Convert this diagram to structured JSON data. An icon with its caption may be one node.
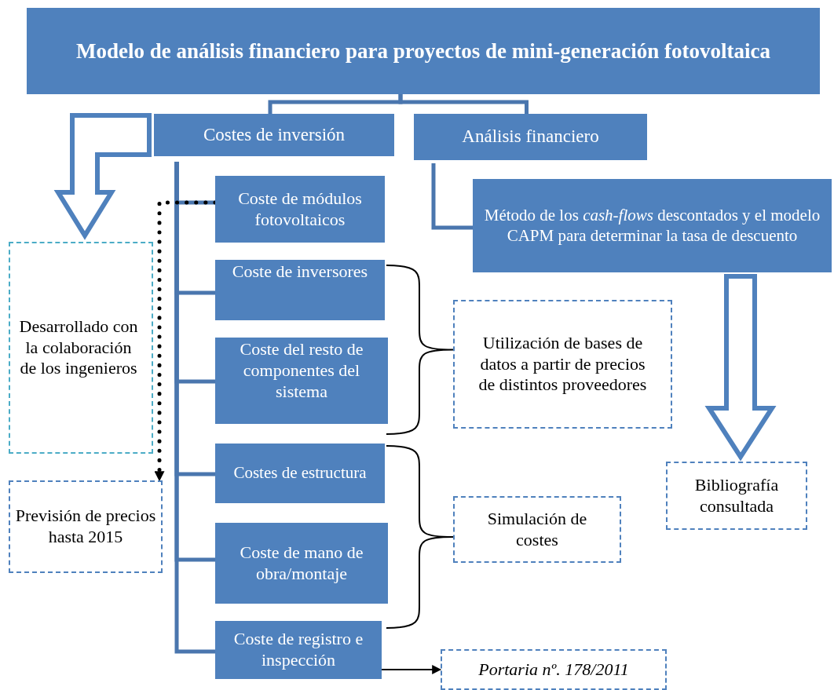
{
  "diagram": {
    "nodes": [
      {
        "text": [
          "Modelo de análisis financiero para proyectos de mini-generación fotovoltaica"
        ]
      },
      {
        "text": [
          "Costes de inversión"
        ]
      },
      {
        "text": [
          "Análisis financiero"
        ]
      },
      {
        "text": [
          "Coste de módulos fotovoltaicos"
        ]
      },
      {
        "text": [
          "Coste de inversores"
        ]
      },
      {
        "text": [
          "Coste del resto de componentes del sistema"
        ]
      },
      {
        "text": [
          "Costes de estructura"
        ]
      },
      {
        "text": [
          "Coste de mano de obra/montaje"
        ]
      },
      {
        "text": [
          "Coste de registro e inspección"
        ]
      },
      {
        "text": [
          "Método de los *cash-flows* descontados y el modelo CAPM para determinar la tasa de descuento"
        ]
      },
      {
        "text": [
          "Desarrollado con la colaboración de los ingenieros"
        ]
      },
      {
        "text": [
          "Previsión de precios hasta 2015"
        ]
      },
      {
        "text": [
          "Utilización de bases de datos a partir de precios de distintos proveedores"
        ]
      },
      {
        "text": [
          "Simulación de costes"
        ]
      },
      {
        "text": [
          "Bibliografía consultada"
        ]
      },
      {
        "text": [
          "Portaria nº. 178/2011"
        ]
      }
    ],
    "edges": [
      {
        "from": 0,
        "to": 1,
        "arrow": "none"
      },
      {
        "from": 0,
        "to": 2,
        "arrow": "none"
      },
      {
        "from": 1,
        "to": 3,
        "arrow": "none"
      },
      {
        "from": 1,
        "to": 4,
        "arrow": "none"
      },
      {
        "from": 1,
        "to": 5,
        "arrow": "none"
      },
      {
        "from": 1,
        "to": 6,
        "arrow": "none"
      },
      {
        "from": 1,
        "to": 7,
        "arrow": "none"
      },
      {
        "from": 1,
        "to": 8,
        "arrow": "none"
      },
      {
        "from": 2,
        "to": 9,
        "arrow": "none"
      },
      {
        "from": 1,
        "to": 10,
        "arrow": "to",
        "style": "thick"
      },
      {
        "from": 9,
        "to": 14,
        "arrow": "to",
        "style": "thick"
      },
      {
        "from": 3,
        "to": 11,
        "arrow": "to",
        "style": "dashed",
        "color": "#000000"
      },
      {
        "from": 8,
        "to": 15,
        "arrow": "to",
        "color": "#000000"
      }
    ]
  }
}
